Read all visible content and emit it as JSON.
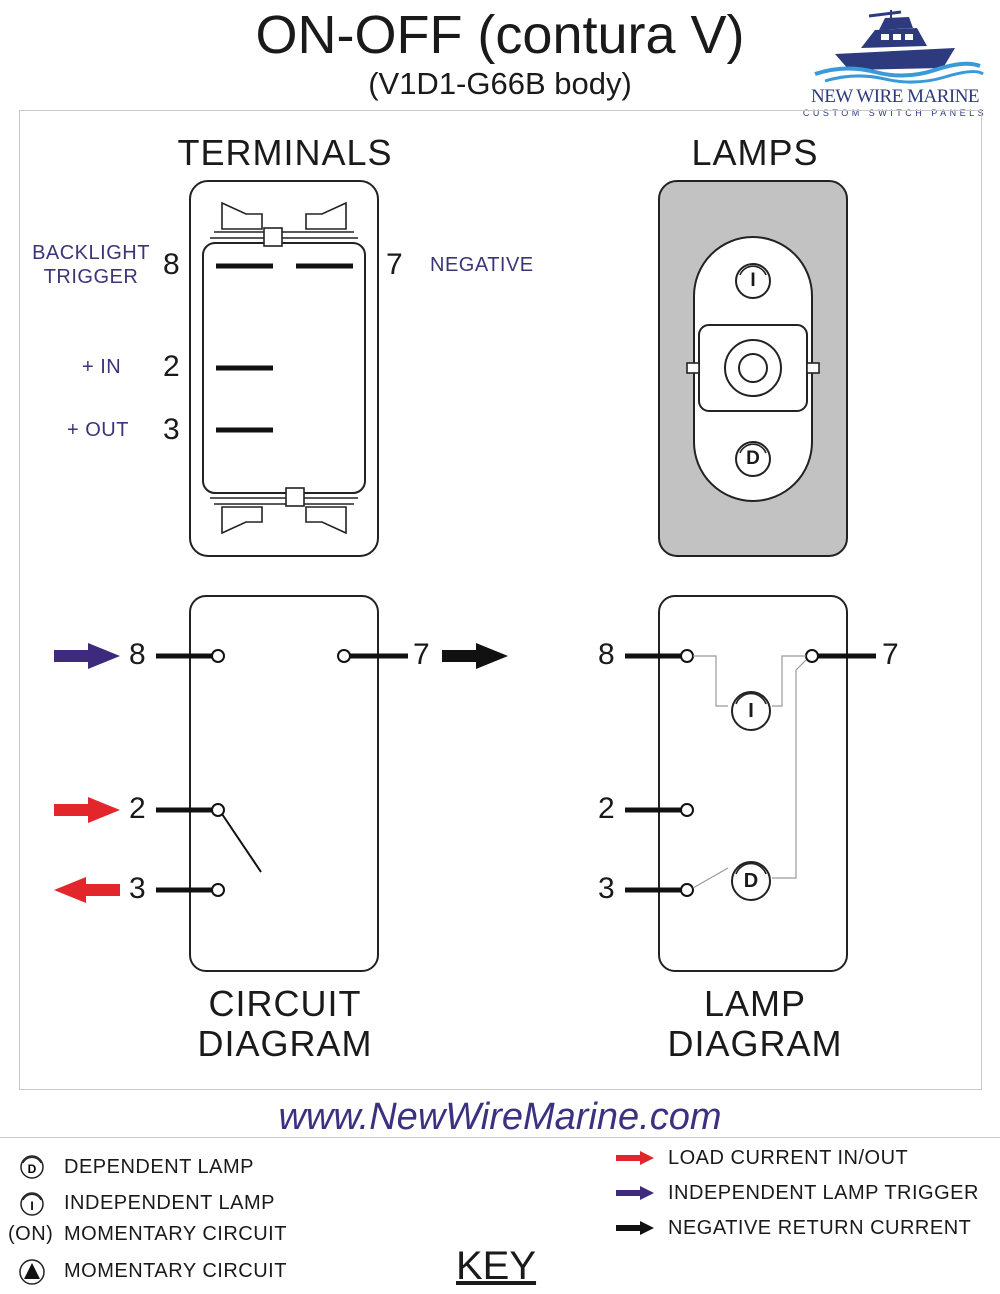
{
  "header": {
    "title": "ON-OFF (contura V)",
    "subtitle": "(V1D1-G66B body)"
  },
  "logo": {
    "name": "NEW WIRE MARINE",
    "tagline": "CUSTOM SWITCH PANELS"
  },
  "terminals": {
    "heading": "TERMINALS",
    "labels": {
      "pin8_line1": "BACKLIGHT",
      "pin8_line2": "TRIGGER",
      "pin7": "NEGATIVE",
      "pin2": "+ IN",
      "pin3": "+ OUT"
    },
    "pins": {
      "p8": "8",
      "p7": "7",
      "p2": "2",
      "p3": "3"
    }
  },
  "lamps": {
    "heading": "LAMPS",
    "independent_mark": "I",
    "dependent_mark": "D"
  },
  "circuit_diagram": {
    "line1": "CIRCUIT",
    "line2": "DIAGRAM",
    "pins": {
      "p8": "8",
      "p7": "7",
      "p2": "2",
      "p3": "3"
    }
  },
  "lamp_diagram": {
    "line1": "LAMP",
    "line2": "DIAGRAM",
    "pins": {
      "p8": "8",
      "p7": "7",
      "p2": "2",
      "p3": "3"
    }
  },
  "website": "www.NewWireMarine.com",
  "key": {
    "title": "KEY",
    "left_items": [
      {
        "symbol": "D",
        "label": "DEPENDENT LAMP"
      },
      {
        "symbol": "I",
        "label": "INDEPENDENT LAMP"
      },
      {
        "symbol": "(ON)",
        "label": "MOMENTARY CIRCUIT"
      },
      {
        "symbol": "triangle",
        "label": "MOMENTARY CIRCUIT"
      }
    ],
    "right_items": [
      {
        "color": "#e2262b",
        "label": "LOAD CURRENT IN/OUT"
      },
      {
        "color": "#3d2a7d",
        "label": "INDEPENDENT LAMP TRIGGER"
      },
      {
        "color": "#111111",
        "label": "NEGATIVE RETURN CURRENT"
      }
    ]
  },
  "colors": {
    "load": "#e2262b",
    "trigger": "#3d2a7d",
    "negative": "#111111",
    "label_text": "#3b3479",
    "lamp_body": "#c2c2c2"
  }
}
